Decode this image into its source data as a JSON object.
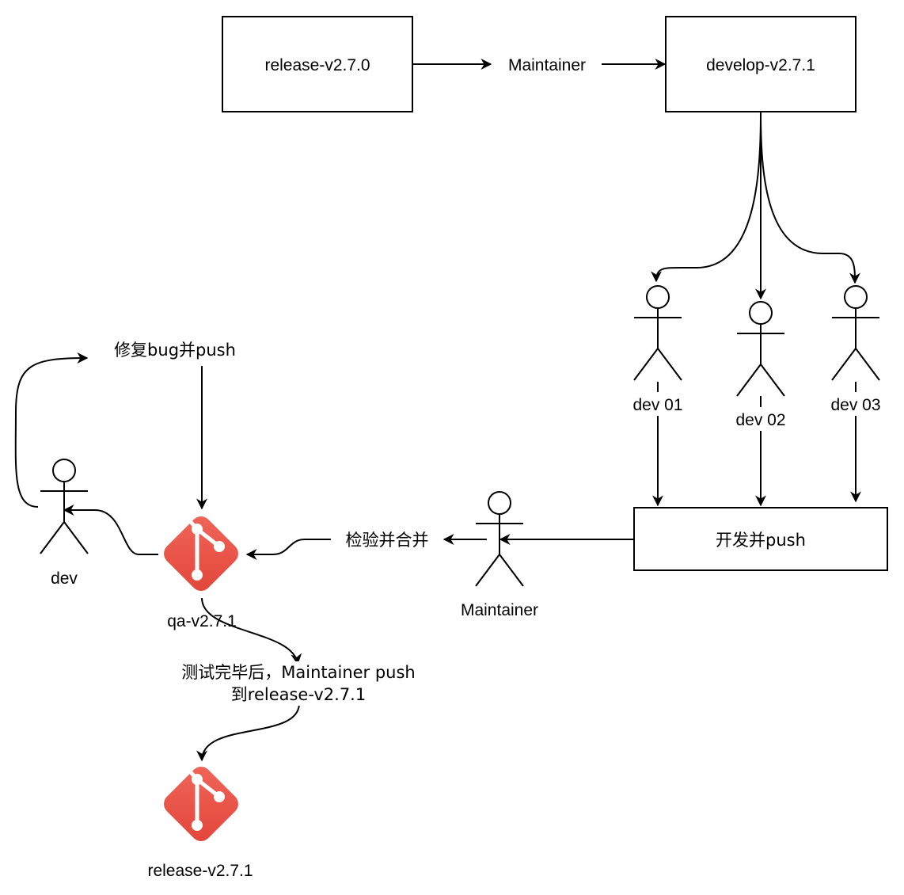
{
  "nodes": {
    "release_v270": "release-v2.7.0",
    "maintainer_top": "Maintainer",
    "develop_v271": "develop-v2.7.1",
    "dev01": "dev 01",
    "dev02": "dev 02",
    "dev03": "dev 03",
    "develop_push": "开发并push",
    "maintainer_mid": "Maintainer",
    "check_merge": "检验并合并",
    "qa_v271": "qa-v2.7.1",
    "dev": "dev",
    "fix_bug": "修复bug并push",
    "after_test_line1": "测试完毕后，Maintainer push",
    "after_test_line2": "到release-v2.7.1",
    "release_v271": "release-v2.7.1"
  },
  "colors": {
    "git_icon": "#e84d3d",
    "stroke": "#000000"
  },
  "icons": [
    "git-icon",
    "actor-icon"
  ]
}
